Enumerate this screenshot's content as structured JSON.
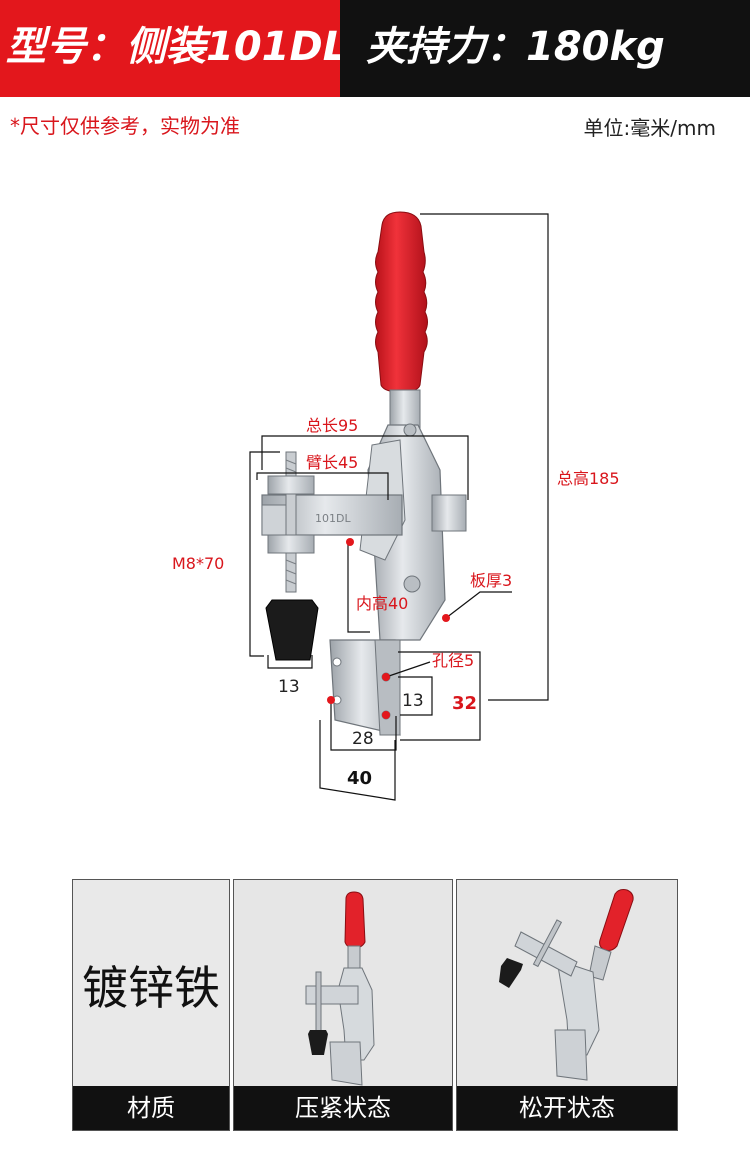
{
  "header": {
    "model": "型号：侧装101DL",
    "force": "夹持力：180kg"
  },
  "note": "*尺寸仅供参考，实物为准",
  "unit": "单位:毫米/mm",
  "dimensions": {
    "total_length": "总长95",
    "arm_length": "臂长45",
    "total_height": "总高185",
    "bolt": "M8*70",
    "plate_thickness": "板厚3",
    "inner_height": "内高40",
    "hole_dia": "孔径5",
    "tip": "13",
    "base_inner": "13",
    "base_height": "32",
    "base_hole_spacing": "28",
    "base_width": "40",
    "stamp": "101DL"
  },
  "cards": {
    "material_text": "镀锌铁",
    "material_caption": "材质",
    "clamped_caption": "压紧状态",
    "open_caption": "松开状态"
  },
  "colors": {
    "brand_red": "#e3171c",
    "header_black": "#111111",
    "handle_red": "#d81a22",
    "steel": "#c8ccd0"
  }
}
